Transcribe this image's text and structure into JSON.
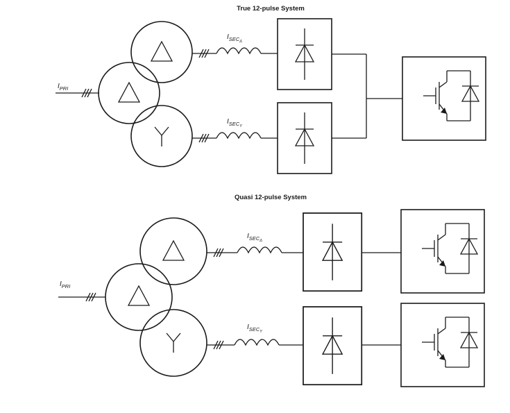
{
  "diagrams": [
    {
      "title": "True 12-pulse System",
      "primary_label": {
        "main": "I",
        "sub": "PRI"
      },
      "secondary_delta_label": {
        "main": "I",
        "sub": "SEC",
        "sub2": "Δ"
      },
      "secondary_wye_label": {
        "main": "I",
        "sub": "SEC",
        "sub2": "Y"
      }
    },
    {
      "title": "Quasi 12-pulse System",
      "primary_label": {
        "main": "I",
        "sub": "PRI"
      },
      "secondary_delta_label": {
        "main": "I",
        "sub": "SEC",
        "sub2": "Δ"
      },
      "secondary_wye_label": {
        "main": "I",
        "sub": "SEC",
        "sub2": "Y"
      }
    }
  ]
}
